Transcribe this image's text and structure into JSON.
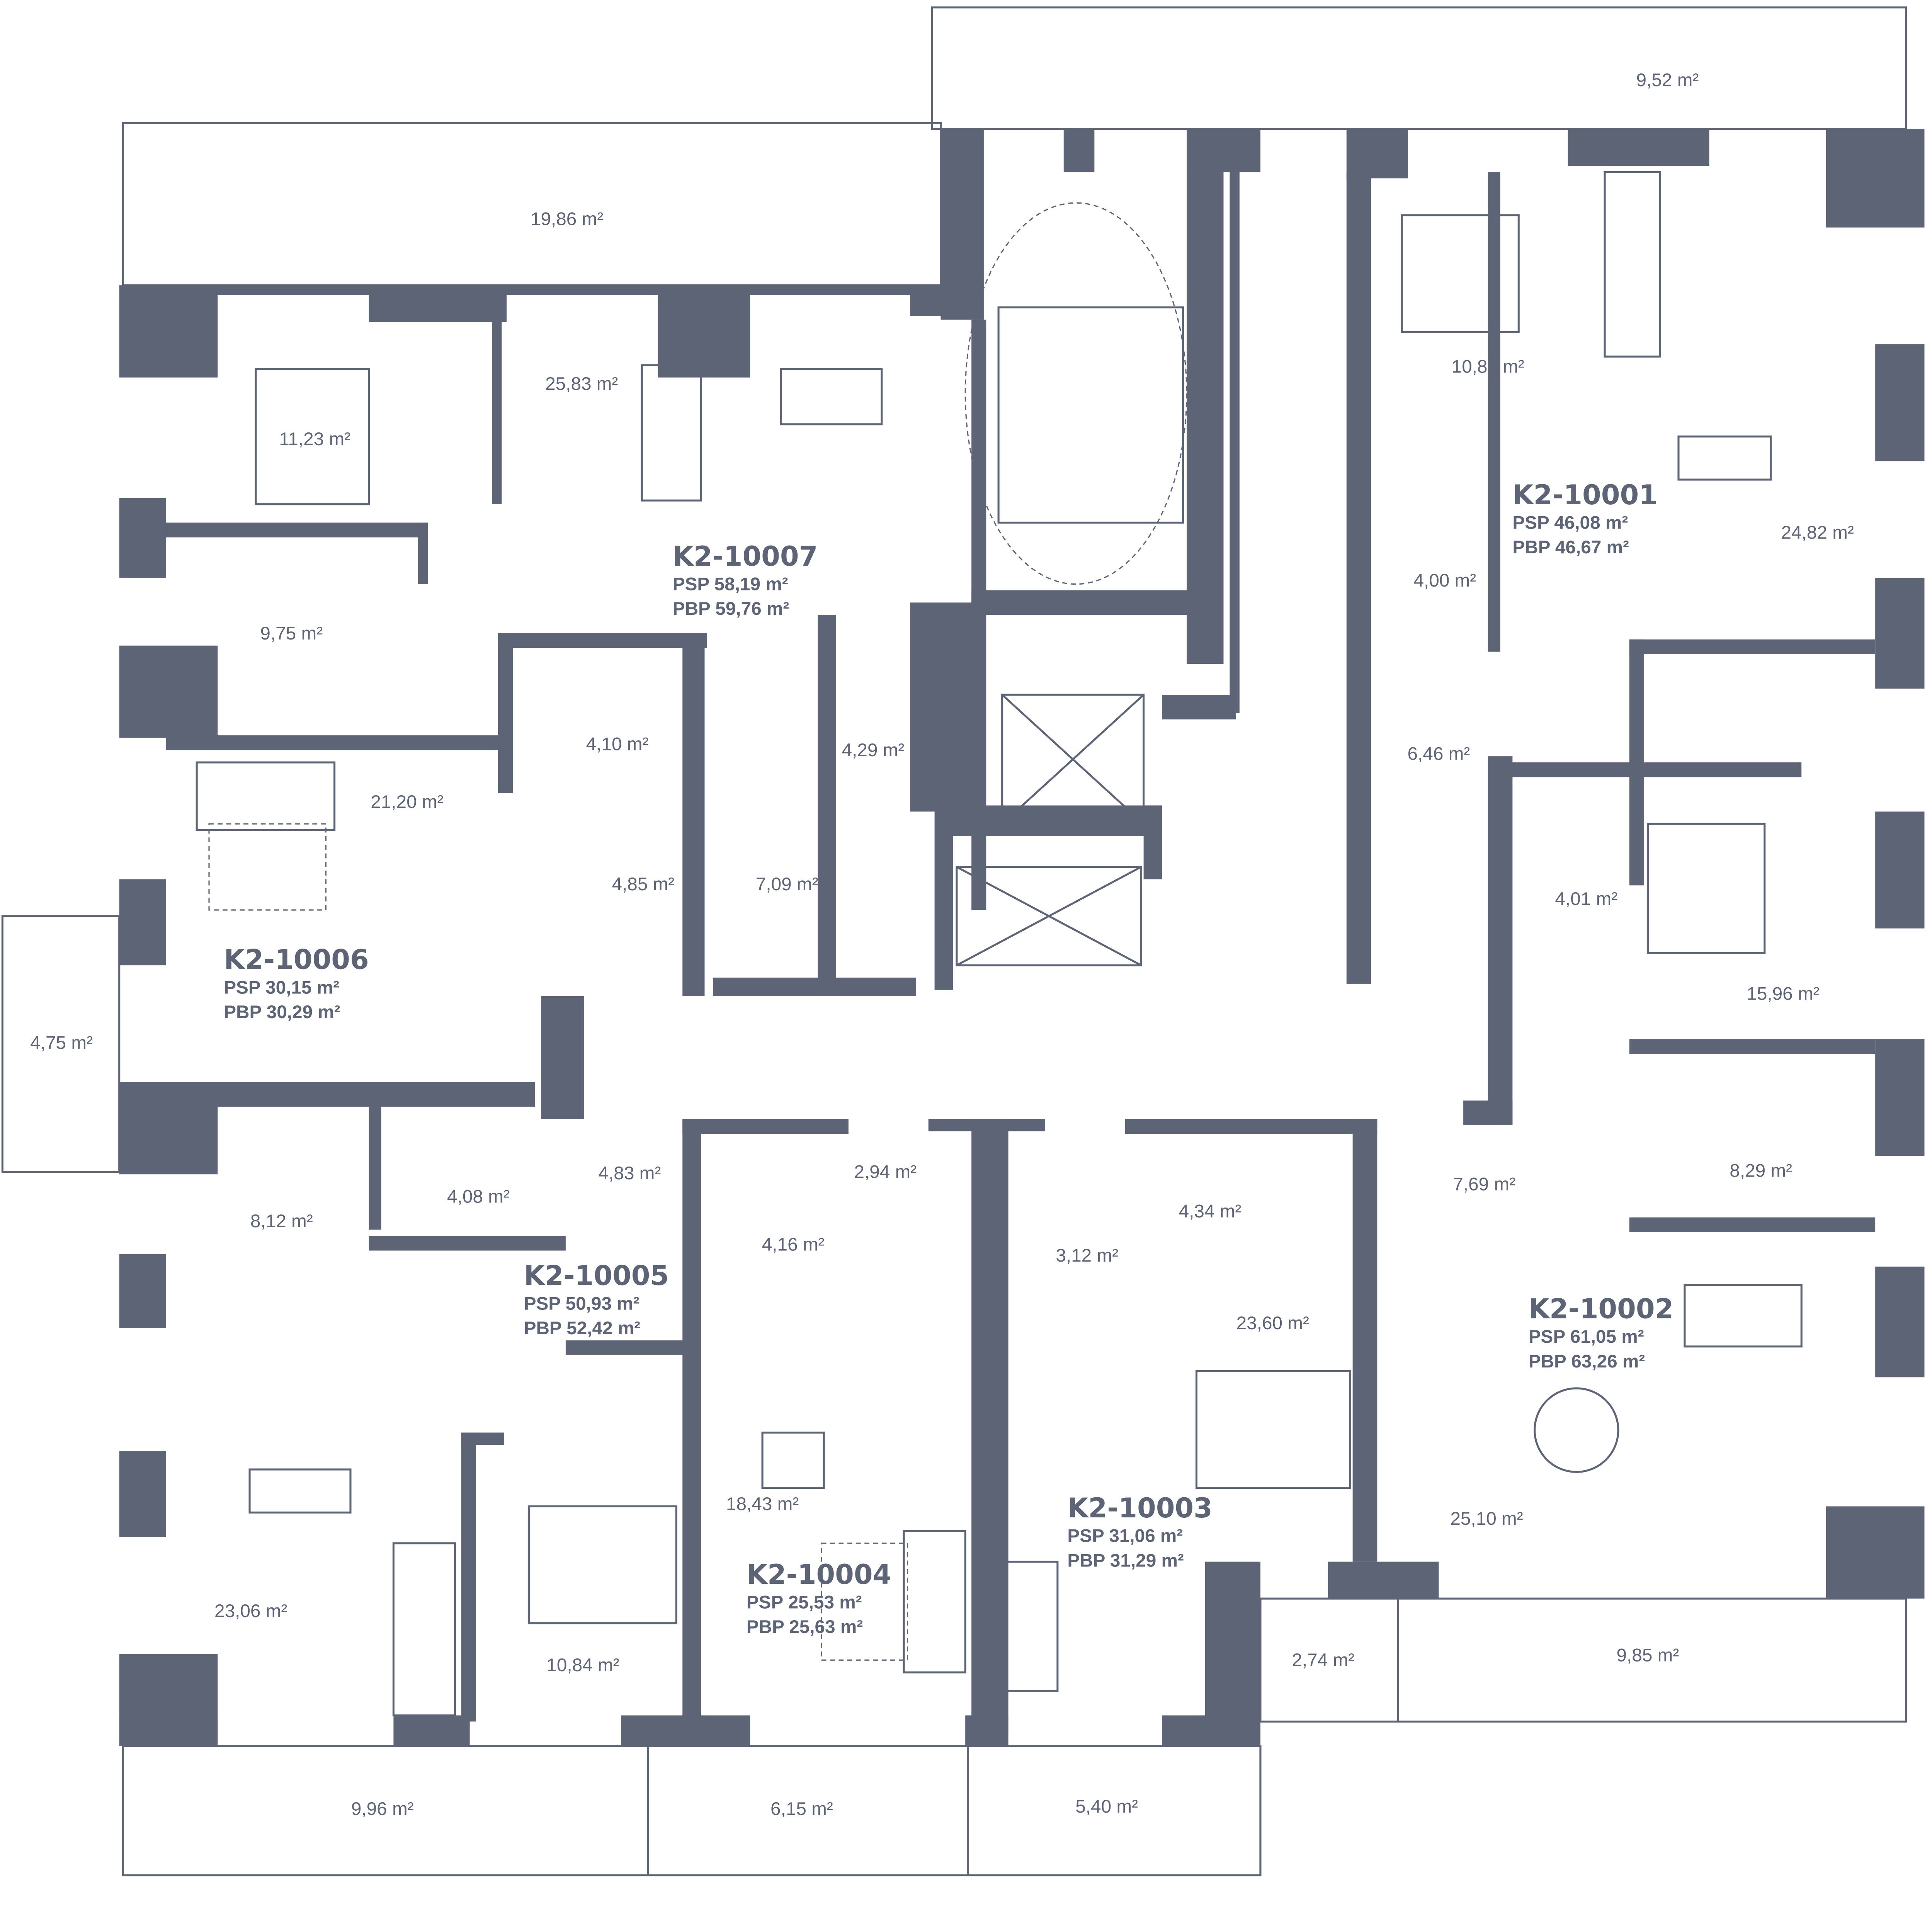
{
  "colors": {
    "wall": "#5d6476",
    "background": "#ffffff"
  },
  "rooms": [
    "19,86 m²",
    "9,52 m²",
    "11,23 m²",
    "25,83 m²",
    "9,75 m²",
    "10,80 m²",
    "24,82 m²",
    "4,00 m²",
    "4,10 m²",
    "4,29 m²",
    "21,20 m²",
    "6,46 m²",
    "4,01 m²",
    "4,85 m²",
    "7,09 m²",
    "15,96 m²",
    "4,75 m²",
    "4,83 m²",
    "2,94 m²",
    "8,12 m²",
    "4,08 m²",
    "7,69 m²",
    "8,29 m²",
    "4,34 m²",
    "4,16 m²",
    "3,12 m²",
    "23,60 m²",
    "18,43 m²",
    "25,10 m²",
    "23,06 m²",
    "10,84 m²",
    "2,74 m²",
    "9,85 m²",
    "9,96 m²",
    "6,15 m²",
    "5,40 m²"
  ],
  "apartments": [
    {
      "id": "K2-10007",
      "psp": "PSP 58,19 m²",
      "pbp": "PBP 59,76 m²"
    },
    {
      "id": "K2-10001",
      "psp": "PSP 46,08 m²",
      "pbp": "PBP 46,67 m²"
    },
    {
      "id": "K2-10006",
      "psp": "PSP 30,15 m²",
      "pbp": "PBP 30,29 m²"
    },
    {
      "id": "K2-10005",
      "psp": "PSP 50,93 m²",
      "pbp": "PBP 52,42 m²"
    },
    {
      "id": "K2-10004",
      "psp": "PSP 25,53 m²",
      "pbp": "PBP 25,63 m²"
    },
    {
      "id": "K2-10003",
      "psp": "PSP 31,06 m²",
      "pbp": "PBP 31,29 m²"
    },
    {
      "id": "K2-10002",
      "psp": "PSP 61,05 m²",
      "pbp": "PBP 63,26 m²"
    }
  ]
}
